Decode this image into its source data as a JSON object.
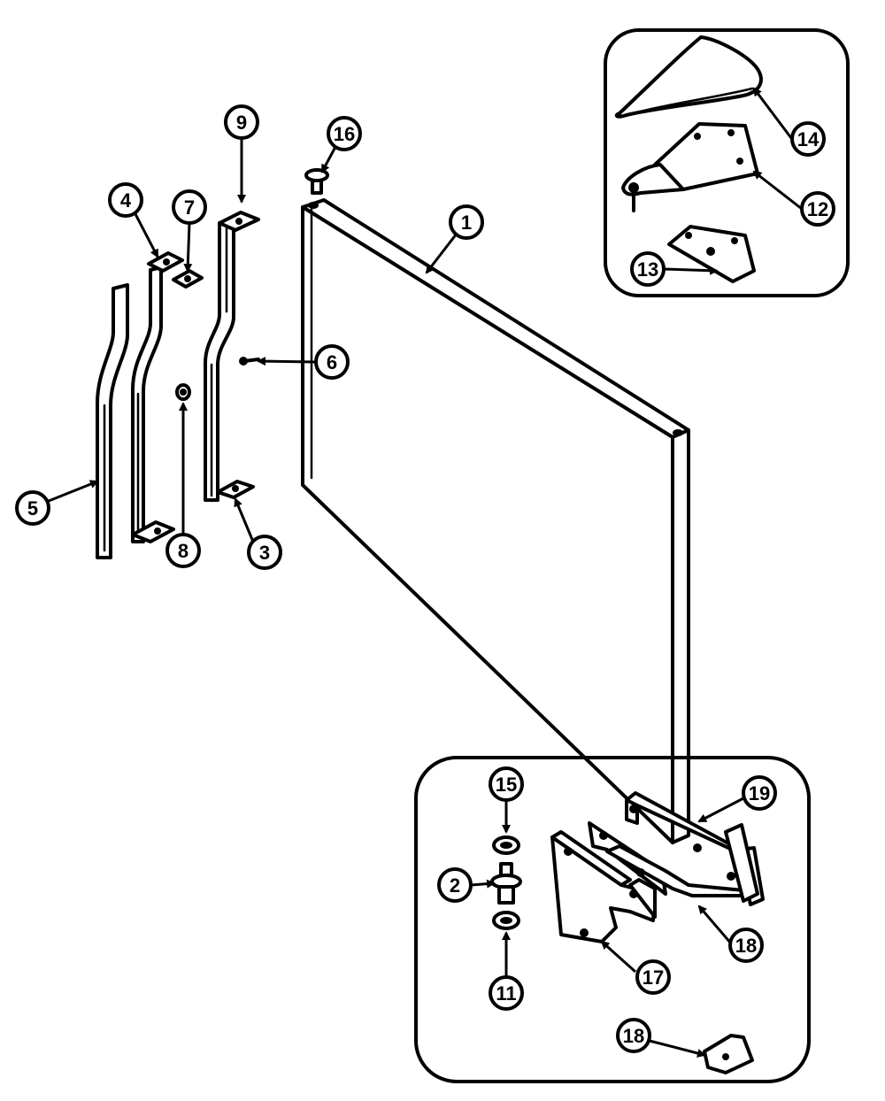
{
  "diagram": {
    "callouts": {
      "c1": "1",
      "c2": "2",
      "c3": "3",
      "c4": "4",
      "c5": "5",
      "c6": "6",
      "c7": "7",
      "c8": "8",
      "c9": "9",
      "c11": "11",
      "c12": "12",
      "c13": "13",
      "c14": "14",
      "c15": "15",
      "c16": "16",
      "c17": "17",
      "c18a": "18",
      "c18b": "18",
      "c19": "19"
    }
  }
}
